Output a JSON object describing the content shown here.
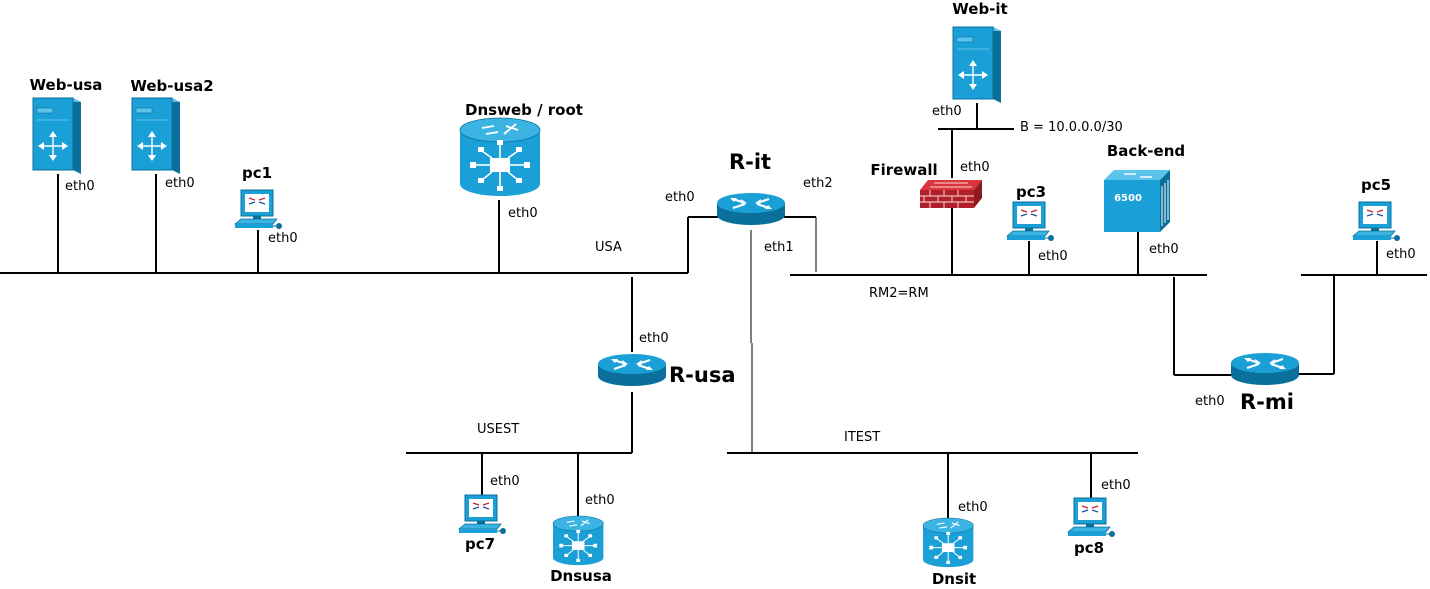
{
  "colors": {
    "device_blue": "#1a9fd6",
    "device_dark": "#0b6f9c",
    "device_light": "#5cc3ec",
    "firewall_red": "#c0272d",
    "wire": "#000000"
  },
  "devices": {
    "web_usa": {
      "label": "Web-usa",
      "icon": "server-icon"
    },
    "web_usa2": {
      "label": "Web-usa2",
      "icon": "server-icon"
    },
    "pc1": {
      "label": "pc1",
      "icon": "workstation-icon"
    },
    "dnsweb": {
      "label": "Dnsweb / root",
      "icon": "dns-server-icon"
    },
    "r_it": {
      "label": "R-it",
      "icon": "router-icon"
    },
    "web_it": {
      "label": "Web-it",
      "icon": "server-icon"
    },
    "firewall": {
      "label": "Firewall",
      "icon": "firewall-icon"
    },
    "pc3": {
      "label": "pc3",
      "icon": "workstation-icon"
    },
    "backend": {
      "label": "Back-end",
      "icon": "switch-icon",
      "badge": "6500"
    },
    "pc5": {
      "label": "pc5",
      "icon": "workstation-icon"
    },
    "r_usa": {
      "label": "R-usa",
      "icon": "router-icon"
    },
    "r_mi": {
      "label": "R-mi",
      "icon": "router-icon"
    },
    "pc7": {
      "label": "pc7",
      "icon": "workstation-icon"
    },
    "dnsusa": {
      "label": "Dnsusa",
      "icon": "dns-server-icon"
    },
    "dnsit": {
      "label": "Dnsit",
      "icon": "dns-server-icon"
    },
    "pc8": {
      "label": "pc8",
      "icon": "workstation-icon"
    }
  },
  "networks": {
    "usa": "USA",
    "rm2": "RM2=RM",
    "usest": "USEST",
    "itest": "ITEST",
    "b": "B = 10.0.0.0/30"
  },
  "interfaces": {
    "web_usa": "eth0",
    "web_usa2": "eth0",
    "pc1": "eth0",
    "dnsweb": "eth0",
    "r_it_eth0": "eth0",
    "r_it_eth2": "eth2",
    "r_it_eth1": "eth1",
    "web_it": "eth0",
    "firewall": "eth0",
    "pc3": "eth0",
    "backend": "eth0",
    "pc5": "eth0",
    "r_usa": "eth0",
    "r_mi": "eth0",
    "pc7": "eth0",
    "dnsusa": "eth0",
    "dnsit": "eth0",
    "pc8": "eth0"
  }
}
